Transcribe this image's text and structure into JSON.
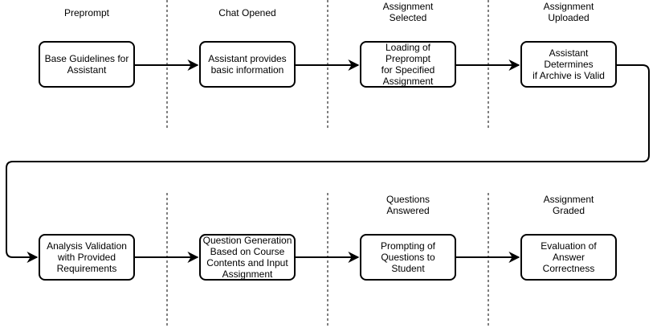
{
  "stages_row1": [
    "Preprompt",
    "Chat Opened",
    "Assignment\nSelected",
    "Assignment\nUploaded"
  ],
  "stages_row2": [
    "",
    "",
    "Questions\nAnswered",
    "Assignment\nGraded"
  ],
  "boxes_row1": [
    "Base Guidelines for\nAssistant",
    "Assistant provides\nbasic information",
    "Loading of Preprompt\nfor Specified\nAssignment",
    "Assistant Determines\nif Archive is Valid"
  ],
  "boxes_row2": [
    "Analysis Validation\nwith Provided\nRequirements",
    "Question Generation\nBased on Course\nContents and Input\nAssignment",
    "Prompting of\nQuestions to Student",
    "Evaluation of Answer\nCorrectness"
  ],
  "colors": {
    "line": "#000000",
    "divider": "#000000",
    "box_fill": "#ffffff"
  }
}
